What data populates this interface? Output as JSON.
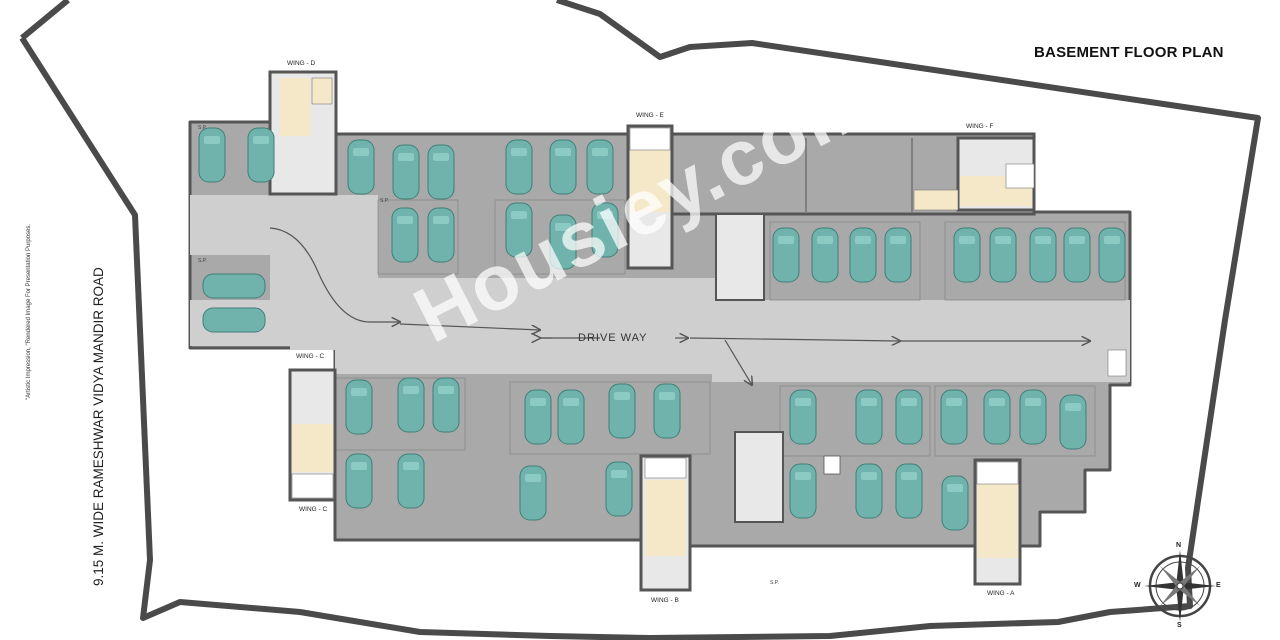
{
  "title": "BASEMENT FLOOR PLAN",
  "road_label": "9.15 M. WIDE RAMESHWAR VIDYA MANDIR ROAD",
  "disclaimer": "\"Artistic Impression, \"Rendered Image For Presentation Purposes.",
  "drive_way_label": "DRIVE WAY",
  "watermark": "Housiey.com",
  "wings": {
    "d": "WING - D",
    "e": "WING - E",
    "f": "WING - F",
    "c_top": "WING - C",
    "c_bottom": "WING - C",
    "b": "WING - B",
    "a": "WING - A"
  },
  "parking_marker": "S.P.",
  "compass": {
    "n": "N",
    "s": "S",
    "e": "E",
    "w": "W"
  },
  "colors": {
    "slab": "#a9a9a9",
    "drive": "#cfcfcf",
    "car": "#6fb3ac",
    "lobby": "#f4e8c8",
    "stairs": "#e8e8e8",
    "wall": "#555555",
    "boundary": "#4a4a4a"
  }
}
